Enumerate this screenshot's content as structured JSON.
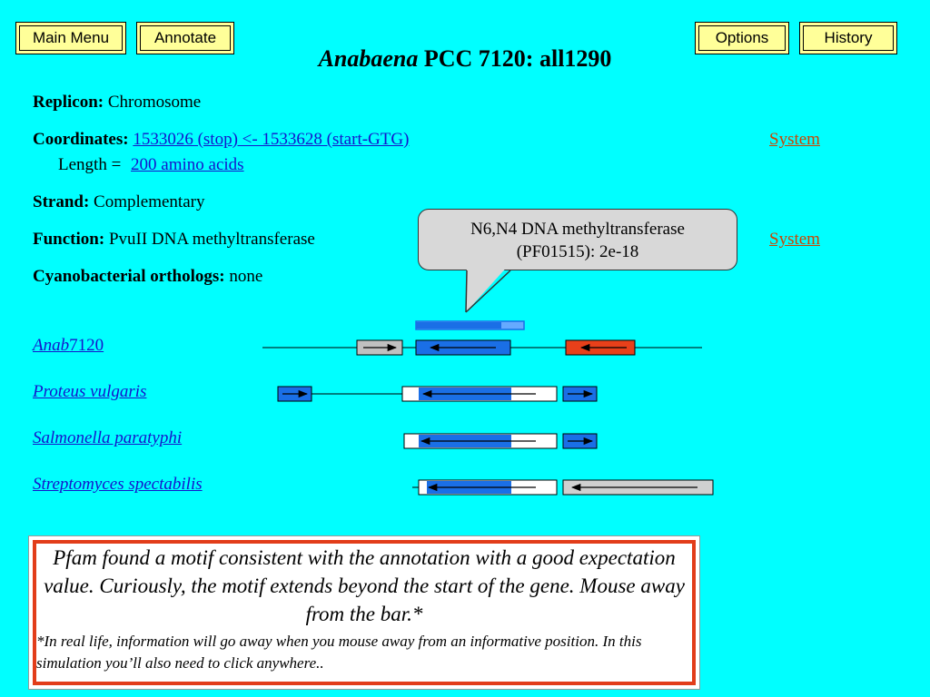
{
  "nav": {
    "main_menu": "Main Menu",
    "annotate": "Annotate",
    "options": "Options",
    "history": "History"
  },
  "title": {
    "genus": "Anabaena",
    "rest": " PCC 7120: all1290"
  },
  "replicon": {
    "label": "Replicon:",
    "value": "Chromosome"
  },
  "coordinates": {
    "label": "Coordinates:",
    "value": "1533026 (stop) <- 1533628 (start-GTG)",
    "system_link": "System",
    "length_label": "Length =",
    "length_value": "200 amino acids"
  },
  "strand": {
    "label": "Strand:",
    "value": "Complementary"
  },
  "function": {
    "label": "Function:",
    "value": "PvuII DNA methyltransferase",
    "system_link": "System"
  },
  "orthologs": {
    "label": "Cyanobacterial orthologs:",
    "value": "none"
  },
  "callout": {
    "line1": "N6,N4 DNA methyltransferase",
    "line2": "(PF01515): 2e-18"
  },
  "organisms": [
    {
      "italic": "Anab",
      "upright": "7120"
    },
    {
      "italic": "Proteus vulgaris"
    },
    {
      "italic": "Salmonella paratyphi"
    },
    {
      "italic": "Streptomyces spectabilis"
    }
  ],
  "colors": {
    "background": "#00ffff",
    "gene_blue": "#1a6fe6",
    "gene_red": "#e8401a",
    "gene_gray": "#c0c0c0",
    "button": "#ffff99"
  },
  "note": {
    "main": "Pfam found a motif consistent with the annotation with a good expectation value. Curiously, the motif extends beyond the start of the gene. Mouse away from the bar.*",
    "footnote": "*In real life, information will go away when you mouse away from an informative position. In this simulation you’ll also need to click anywhere.."
  }
}
